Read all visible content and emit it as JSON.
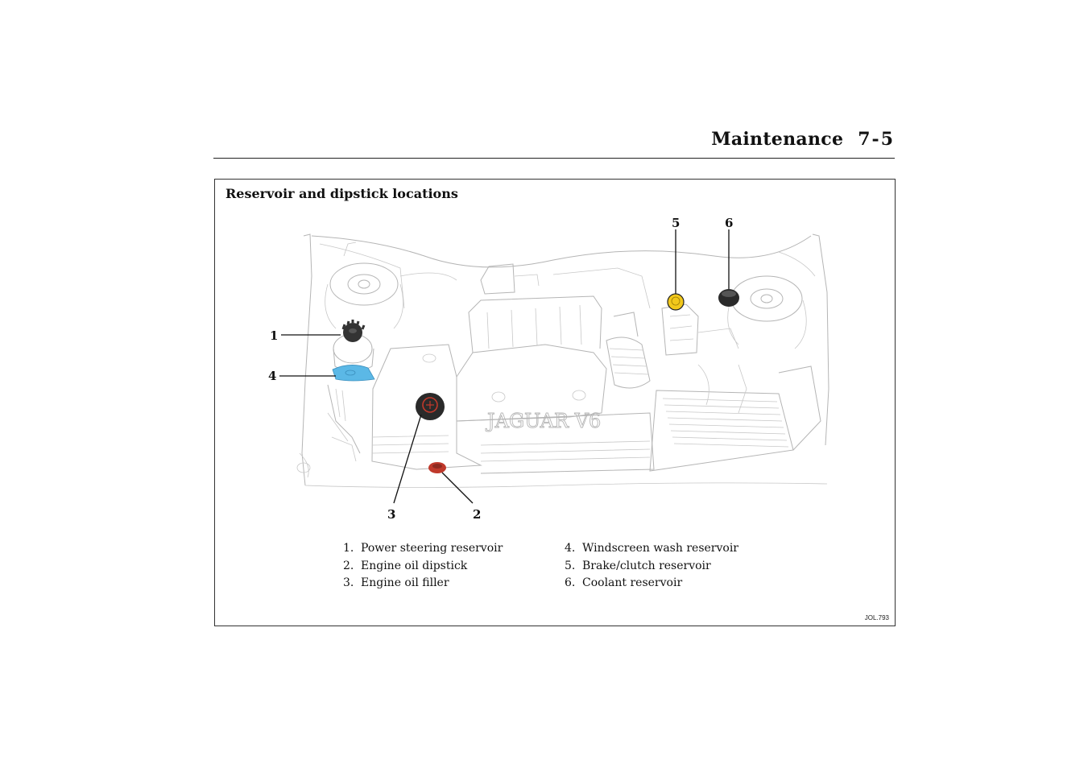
{
  "header": {
    "title": "Maintenance",
    "page_number": "7-5"
  },
  "section": {
    "title": "Reservoir and dipstick locations"
  },
  "diagram": {
    "engine_badge": "JAGUAR V6",
    "callouts": [
      "1",
      "2",
      "3",
      "4",
      "5",
      "6"
    ],
    "colors": {
      "power_steering_cap": "#333333",
      "windscreen_wash_cap": "#5bb8e6",
      "oil_filler_cap": "#2a2a2a",
      "oil_filler_accent": "#c0392b",
      "dipstick": "#c0392b",
      "brake_clutch_cap": "#f2c81b",
      "coolant_cap": "#2a2a2a"
    }
  },
  "legend": {
    "left": [
      {
        "num": "1.",
        "label": "Power steering reservoir"
      },
      {
        "num": "2.",
        "label": "Engine oil dipstick"
      },
      {
        "num": "3.",
        "label": "Engine oil filler"
      }
    ],
    "right": [
      {
        "num": "4.",
        "label": "Windscreen wash reservoir"
      },
      {
        "num": "5.",
        "label": "Brake/clutch reservoir"
      },
      {
        "num": "6.",
        "label": "Coolant reservoir"
      }
    ]
  },
  "figure_code": "JOL.793"
}
